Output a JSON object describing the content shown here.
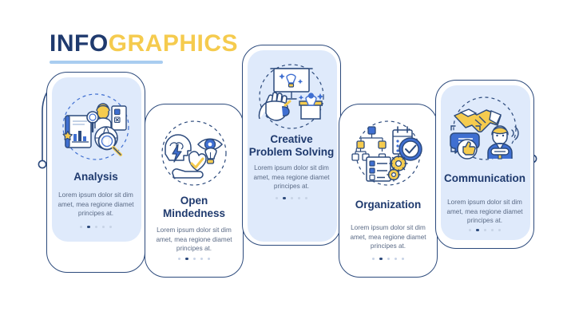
{
  "header": {
    "title_part_dark": "INFO",
    "title_part_accent": "GRAPHICS"
  },
  "colors": {
    "navy": "#1f3a6e",
    "stroke_navy": "#2c4a7c",
    "yellow": "#f5cb4e",
    "light_blue_fill": "#dfeafb",
    "rule_blue": "#a9cdf0",
    "body_text": "#5b6b86",
    "icon_blue": "#3f6fd1",
    "dot_inactive": "#c7d3e6"
  },
  "body_text": "Lorem ipsum dolor sit dim amet, mea regione diamet principes at.",
  "cards": [
    {
      "id": "analysis",
      "title": "Analysis",
      "body": "Lorem ipsum dolor sit dim amet, mea regione diamet principes at.",
      "icon": "analysis-chart-magnifier-icon",
      "filled": true,
      "dots": 5,
      "active_dot": 2
    },
    {
      "id": "open-mindedness",
      "title": "Open Mindedness",
      "body": "Lorem ipsum dolor sit dim amet, mea regione diamet principes at.",
      "icon": "brain-lightbulb-eye-icon",
      "filled": false,
      "dots": 5,
      "active_dot": 2
    },
    {
      "id": "creative-problem-solving",
      "title": "Creative Problem Solving",
      "body": "Lorem ipsum dolor sit dim amet, mea regione diamet principes at.",
      "icon": "presentation-lightbulb-hand-icon",
      "filled": true,
      "dots": 5,
      "active_dot": 2
    },
    {
      "id": "organization",
      "title": "Organization",
      "body": "Lorem ipsum dolor sit dim amet, mea regione diamet principes at.",
      "icon": "checklist-gears-clock-icon",
      "filled": false,
      "dots": 5,
      "active_dot": 2
    },
    {
      "id": "communication",
      "title": "Communication",
      "body": "Lorem ipsum dolor sit dim amet, mea regione diamet principes at.",
      "icon": "handshake-speech-person-icon",
      "filled": true,
      "dots": 5,
      "active_dot": 2
    }
  ]
}
